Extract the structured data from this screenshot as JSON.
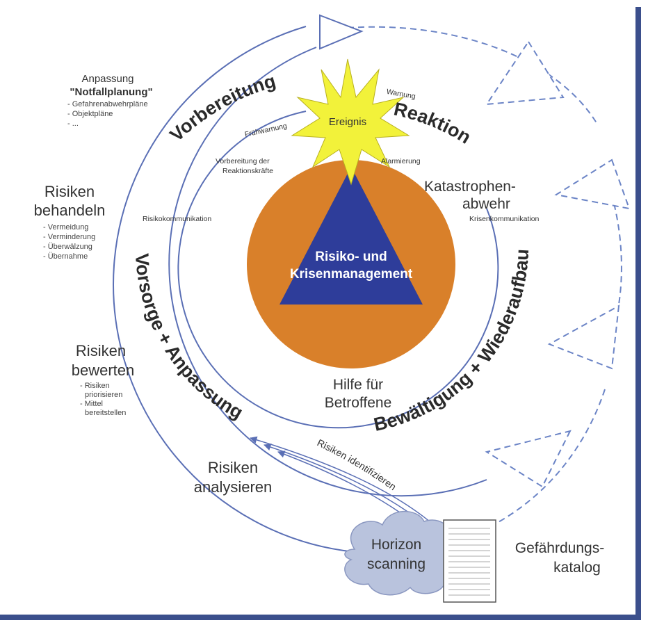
{
  "center": {
    "line1": "Risiko- und",
    "line2": "Krisenmanagement"
  },
  "event": {
    "label": "Ereignis"
  },
  "phases": {
    "vorbereitung": "Vorbereitung",
    "reaktion": "Reaktion",
    "bewaeltigung": "Bewältigung + Wiederaufbau",
    "vorsorge": "Vorsorge + Anpassung"
  },
  "inner_labels": {
    "fruehwarnung": "Frühwarnung",
    "warnung": "Warnung",
    "alarmierung": "Alarmierung",
    "vorbereitung_reaktionskraefte_1": "Vorbereitung der",
    "vorbereitung_reaktionskraefte_2": "Reaktionskräfte",
    "risikokommunikation": "Risikokommunikation",
    "krisenkommunikation": "Krisenkommunikation",
    "katastrophenabwehr_1": "Katastrophen-",
    "katastrophenabwehr_2": "abwehr",
    "hilfe_1": "Hilfe für",
    "hilfe_2": "Betroffene"
  },
  "side": {
    "anpassung_title_1": "Anpassung",
    "anpassung_title_2": "\"Notfallplanung\"",
    "anpassung_items": [
      "- Gefahrenabwehrpläne",
      "- Objektpläne",
      "- ..."
    ],
    "behandeln_title_1": "Risiken",
    "behandeln_title_2": "behandeln",
    "behandeln_items": [
      "- Vermeidung",
      "- Verminderung",
      "- Überwälzung",
      "- Übernahme"
    ],
    "bewerten_title_1": "Risiken",
    "bewerten_title_2": "bewerten",
    "bewerten_items": [
      "- Risiken",
      "priorisieren",
      "- Mittel",
      "bereitstellen"
    ],
    "analysieren_1": "Risiken",
    "analysieren_2": "analysieren",
    "identifizieren": "Risiken identifizieren"
  },
  "bottom": {
    "horizon_1": "Horizon",
    "horizon_2": "scanning",
    "katalog_1": "Gefährdungs-",
    "katalog_2": "katalog"
  },
  "colors": {
    "circle": "#d9802a",
    "triangle": "#2e3d9a",
    "ring": "#5a6fb5",
    "star": "#f2f23a",
    "cloud": "#b9c3dd",
    "frame": "#3b4f8c"
  }
}
